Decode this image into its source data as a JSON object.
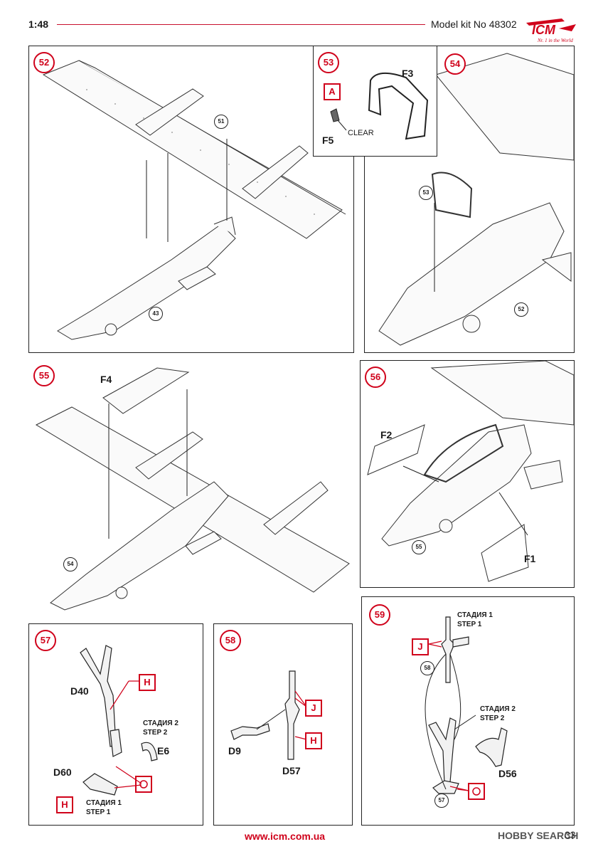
{
  "header": {
    "scale": "1:48",
    "kit": "Model kit No 48302",
    "logo": "ICM",
    "logo_tagline": "Nr. 1 in the World"
  },
  "steps": {
    "s52": {
      "num": "52",
      "ref_51": "51",
      "ref_43": "43"
    },
    "s53": {
      "num": "53",
      "part_f3": "F3",
      "part_f5": "F5",
      "color_box": "A",
      "clear": "CLEAR"
    },
    "s54": {
      "num": "54",
      "ref_53": "53",
      "ref_52": "52"
    },
    "s55": {
      "num": "55",
      "part_f4": "F4",
      "ref_54": "54"
    },
    "s56": {
      "num": "56",
      "part_f2": "F2",
      "part_f1": "F1",
      "ref_55": "55"
    },
    "s57": {
      "num": "57",
      "part_d40": "D40",
      "box_h": "H",
      "stage2_ru": "СТАДИЯ 2",
      "stage2_en": "STEP 2",
      "part_e6": "E6",
      "part_d60": "D60",
      "box_h2": "H",
      "stage1_ru": "СТАДИЯ 1",
      "stage1_en": "STEP 1"
    },
    "s58": {
      "num": "58",
      "part_d9": "D9",
      "part_d57": "D57",
      "box_j": "J",
      "box_h": "H"
    },
    "s59": {
      "num": "59",
      "stage1_ru": "СТАДИЯ 1",
      "stage1_en": "STEP 1",
      "box_j": "J",
      "ref_58": "58",
      "stage2_ru": "СТАДИЯ 2",
      "stage2_en": "STEP 2",
      "part_d56": "D56",
      "ref_57": "57"
    }
  },
  "footer": {
    "url": "www.icm.com.ua",
    "watermark": "HOBBY SEARCH",
    "page": "33"
  },
  "colors": {
    "accent": "#d0021b",
    "line": "#222222"
  }
}
